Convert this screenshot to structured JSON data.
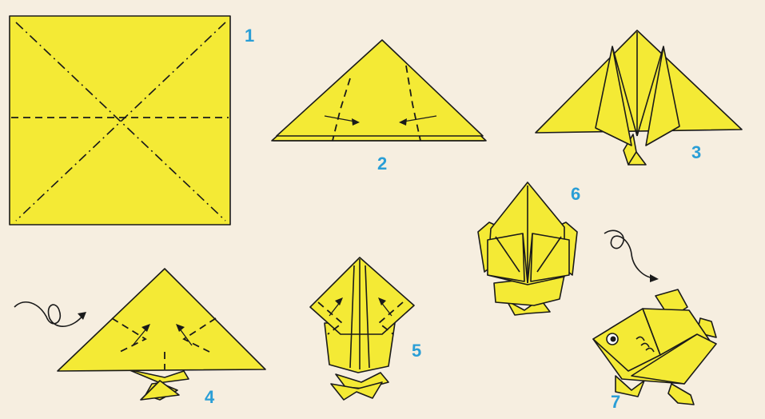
{
  "steps": [
    {
      "number": "1"
    },
    {
      "number": "2"
    },
    {
      "number": "3"
    },
    {
      "number": "4"
    },
    {
      "number": "5"
    },
    {
      "number": "6"
    },
    {
      "number": "7"
    }
  ],
  "colors": {
    "background": "#f6eee0",
    "paper": "#f4ea35",
    "outline": "#1a1a1a",
    "step_number": "#2a9ed6"
  },
  "icons": [
    "turn-over-arrow-icon",
    "turn-over-arrow-icon"
  ]
}
